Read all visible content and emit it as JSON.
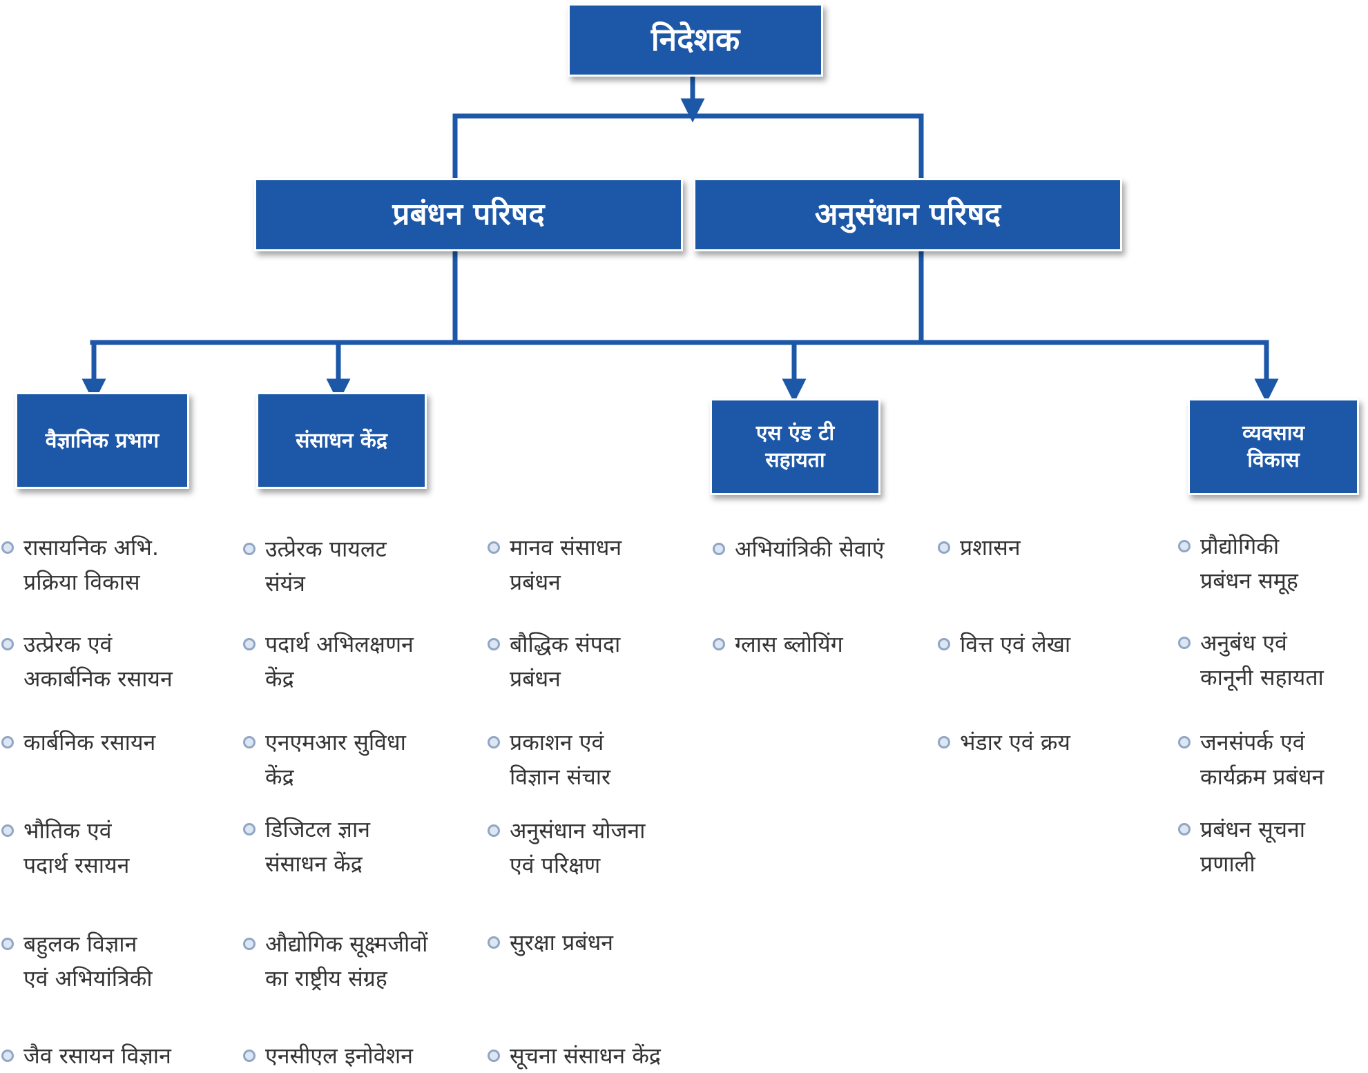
{
  "colors": {
    "box": "#1c57a8",
    "line": "#1c57a8",
    "text": "#333333",
    "bullet": "#8fa6c5"
  },
  "top": "निदेशक",
  "councils": [
    "प्रबंधन परिषद",
    "अनुसंधान परिषद"
  ],
  "divisions": [
    "वैज्ञानिक प्रभाग",
    "संसाधन केंद्र",
    "एस एंड टी\nसहायता",
    "व्यवसाय\nविकास"
  ],
  "columns": [
    {
      "items": [
        "रासायनिक अभि.\nप्रक्रिया विकास",
        "उत्प्रेरक एवं\nअकार्बनिक रसायन",
        "कार्बनिक रसायन",
        "भौतिक एवं\nपदार्थ रसायन",
        "बहुलक विज्ञान\nएवं अभियांत्रिकी",
        "जैव रसायन विज्ञान"
      ]
    },
    {
      "items": [
        "उत्प्रेरक पायलट\nसंयंत्र",
        "पदार्थ अभिलक्षणन\nकेंद्र",
        "एनएमआर सुविधा\nकेंद्र",
        "डिजिटल ज्ञान\nसंसाधन केंद्र",
        "औद्योगिक सूक्ष्मजीवों\nका राष्ट्रीय संग्रह",
        "एनसीएल इनोवेशन"
      ]
    },
    {
      "items": [
        "मानव संसाधन\nप्रबंधन",
        "बौद्धिक संपदा\nप्रबंधन",
        "प्रकाशन एवं\nविज्ञान संचार",
        "अनुसंधान योजना\nएवं परिक्षण",
        "सुरक्षा प्रबंधन",
        "सूचना संसाधन केंद्र"
      ]
    },
    {
      "items": [
        "अभियांत्रिकी सेवाएं",
        "ग्लास ब्लोयिंग"
      ]
    },
    {
      "items": [
        "प्रशासन",
        "वित्त एवं लेखा",
        "भंडार एवं क्रय"
      ]
    },
    {
      "items": [
        "प्रौद्योगिकी\nप्रबंधन समूह",
        "अनुबंध एवं\nकानूनी सहायता",
        "जनसंपर्क एवं\nकार्यक्रम प्रबंधन",
        "प्रबंधन सूचना\nप्रणाली"
      ]
    }
  ]
}
